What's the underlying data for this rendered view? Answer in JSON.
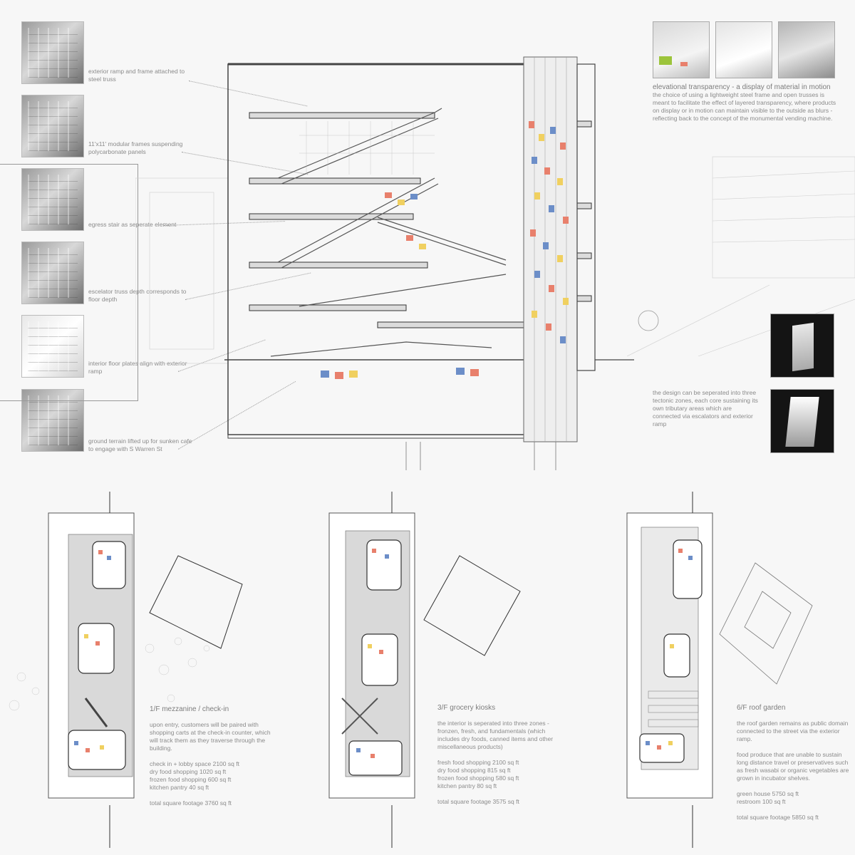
{
  "captions": [
    {
      "text": "exterior ramp and frame attached to steel truss"
    },
    {
      "text": "11'x11' modular frames suspending polycarbonate panels"
    },
    {
      "text": "egress stair as seperate element"
    },
    {
      "text": "escelator truss depth corresponds to floor depth"
    },
    {
      "text": "interior floor plates align with exterior ramp"
    },
    {
      "text": "ground terrain lifted up for sunken cafe to engage with S Warren St"
    }
  ],
  "elevation": {
    "title": "elevational transparency - a display of material in motion",
    "body": "the choice of using a lightweight steel frame and open trusses is meant to facilitate the effect of layered transparency, where products on display or in motion can maintain visible to the outside as blurs - reflecting back to the concept of the monumental vending machine."
  },
  "zones_text": "the design can be seperated into three tectonic zones, each core sustaining its own tributary areas which are connected via escalators and exterior ramp",
  "plans": [
    {
      "title": "1/F mezzanine / check-in",
      "desc": "upon entry, customers will be paired with shopping carts at the check-in counter, which will track them as they traverse through the building.",
      "areas": [
        "check in + lobby space 2100 sq ft",
        "dry food shopping 1020 sq ft",
        "frozen food shopping 600 sq ft",
        "kitchen pantry 40 sq ft"
      ],
      "total": "total square footage 3760 sq ft"
    },
    {
      "title": "3/F grocery kiosks",
      "desc": "the interior is seperated into three zones - fronzen, fresh, and fundamentals (which includes dry foods, canned items and other miscellaneous products)",
      "areas": [
        "fresh food shopping 2100 sq ft",
        "dry food shopping 815 sq ft",
        "frozen food shopping 580 sq ft",
        "kitchen pantry 80 sq ft"
      ],
      "total": "total square footage 3575 sq ft"
    },
    {
      "title": "6/F roof garden",
      "desc": "the roof garden remains as public domain connected to the street via the exterior ramp.",
      "desc2": "food produce that are unable to sustain long distance travel or preservatives such as fresh wasabi or organic vegetables are grown in incubator shelves.",
      "areas": [
        "green house 5750 sq ft",
        "restroom 100 sq ft"
      ],
      "total": "total square footage 5850 sq ft"
    }
  ],
  "colors": {
    "accent_red": "#e8806c",
    "accent_yellow": "#f0d060",
    "accent_blue": "#6c8ec8",
    "line": "#555555"
  }
}
